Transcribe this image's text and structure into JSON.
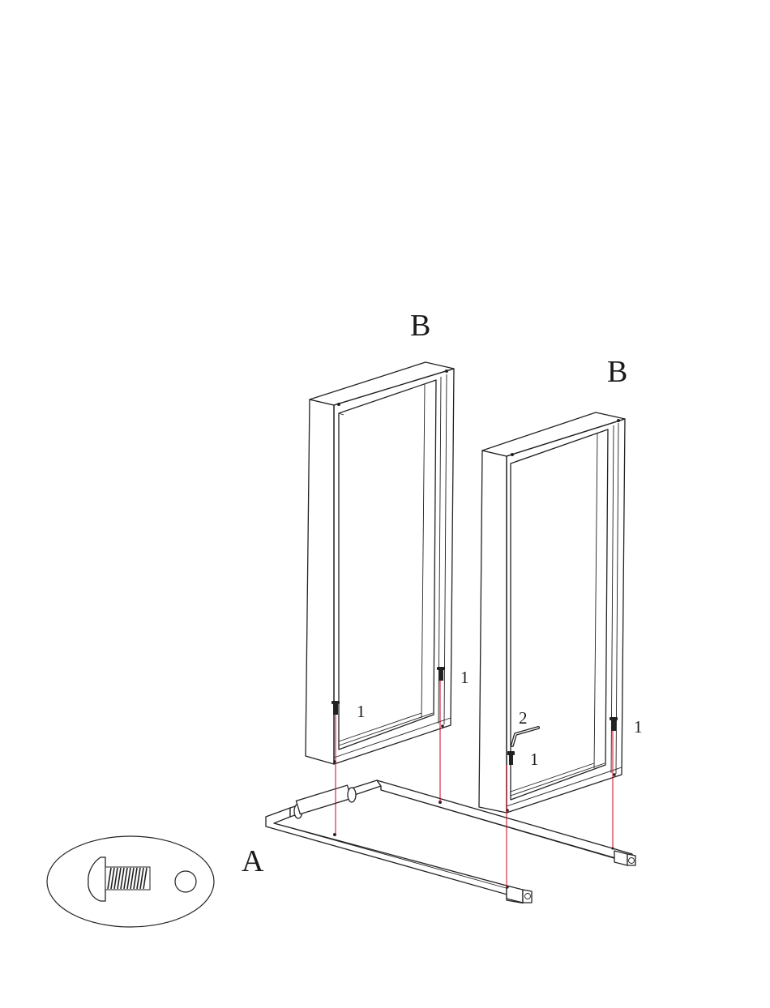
{
  "labels": {
    "panel_left": "B",
    "panel_right": "B",
    "base": "A",
    "bolt_left_a": "1",
    "bolt_left_b": "1",
    "bolt_right_a": "1",
    "bolt_right_b": "1",
    "allen_key": "2"
  },
  "colors": {
    "guide_line": "#d0021b",
    "line_art": "#222222"
  },
  "icons": {
    "bolt": "bolt-icon",
    "washer": "washer-icon",
    "allen_key": "allen-key-icon"
  }
}
